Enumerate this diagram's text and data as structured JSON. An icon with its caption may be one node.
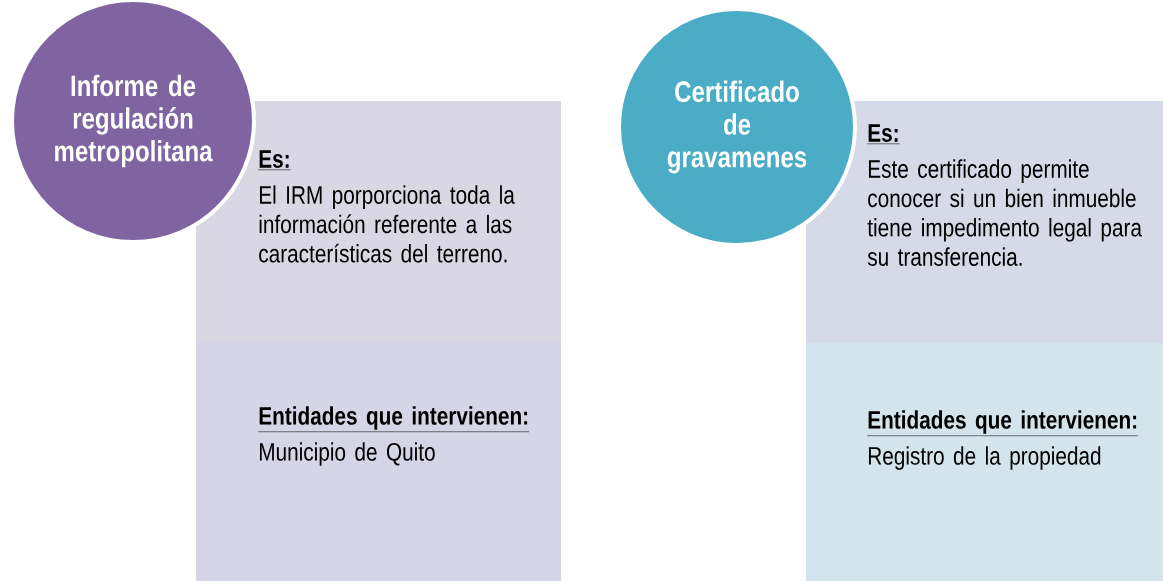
{
  "diagram": {
    "nodes": [
      {
        "text": [
          "Informe de regulación metropolitana"
        ]
      },
      {
        "text": [
          "Es:",
          "El IRM porporciona toda la información referente a las características del terreno."
        ]
      },
      {
        "text": [
          "Entidades que intervienen:",
          "Municipio de Quito"
        ]
      },
      {
        "text": [
          "Certificado de gravamenes"
        ]
      },
      {
        "text": [
          "Es:",
          "Este certificado permite conocer si un bien inmueble tiene impedimento legal para su transferencia."
        ]
      },
      {
        "text": [
          "Entidades que intervienen:",
          "Registro de la propiedad"
        ]
      }
    ]
  }
}
